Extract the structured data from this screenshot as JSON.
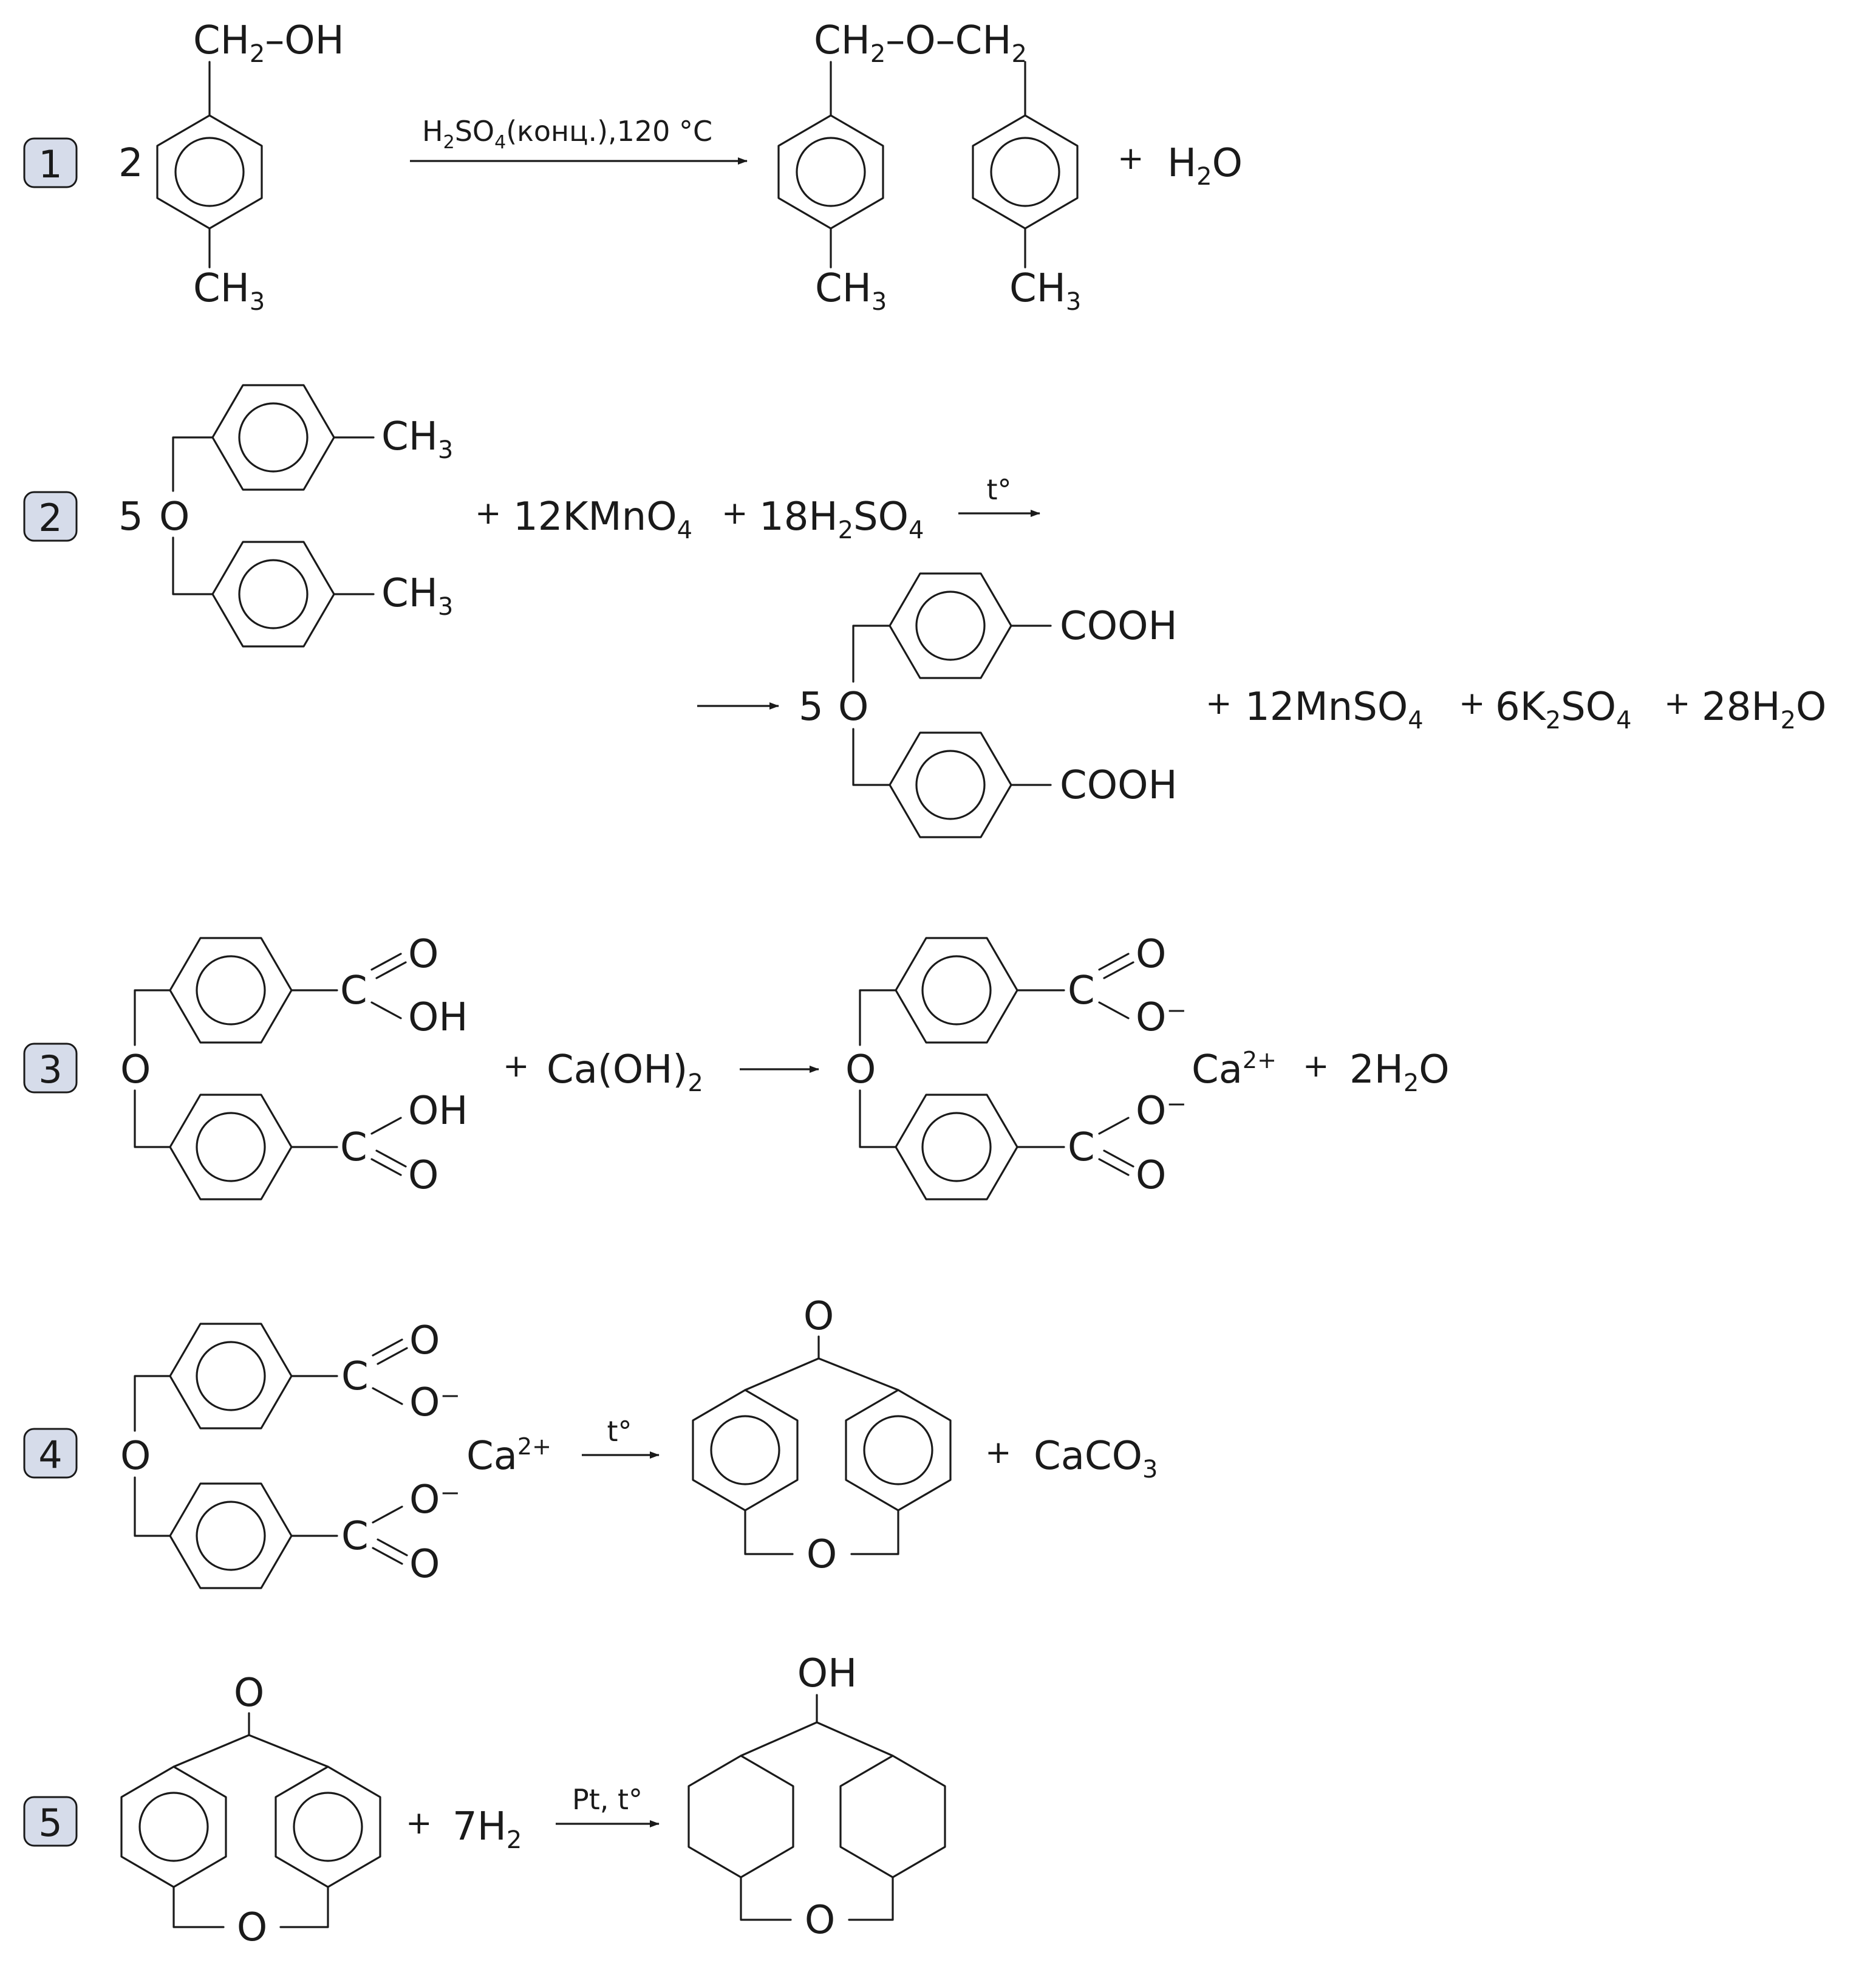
{
  "colors": {
    "ink": "#1a1a1a",
    "badge_fill": "#d6dcea",
    "background": "#ffffff"
  },
  "reactions": [
    {
      "number": "1",
      "coef_reactant": "2",
      "ch2": "CH",
      "sub2": "2",
      "dash_oh": "–OH",
      "ch3": "CH",
      "sub3": "3",
      "cond_h": "H",
      "cond_2": "2",
      "cond_so": "SO",
      "cond_4": "4",
      "cond_rest": "(конц.),120 °C",
      "ether_ch2a": "CH",
      "ether_sub_a": "2",
      "ether_o": "–O–",
      "ether_ch2b": "CH",
      "ether_sub_b": "2",
      "prod_ch3a": "CH",
      "prod_sub_a": "3",
      "prod_ch3b": "CH",
      "prod_sub_b": "3",
      "plus": "+",
      "h2o_h": "H",
      "h2o_2": "2",
      "h2o_o": "O"
    },
    {
      "number": "2",
      "coef": "5",
      "o": "O",
      "ch3_top": "CH",
      "ch3_top_sub": "3",
      "ch3_bot": "CH",
      "ch3_bot_sub": "3",
      "plus1": "+",
      "kmno4": "12KMnO",
      "kmno4_sub": "4",
      "plus2": "+",
      "h2so4": "18H",
      "h2so4_sub2": "2",
      "h2so4_so": "SO",
      "h2so4_sub4": "4",
      "cond": "t°",
      "coef_prod": "5",
      "o_prod": "O",
      "cooh_top": "COOH",
      "cooh_bot": "COOH",
      "plus3": "+",
      "mnso4": "12MnSO",
      "mnso4_sub": "4",
      "plus4": "+",
      "k2so4_a": "6K",
      "k2so4_sub2": "2",
      "k2so4_b": "SO",
      "k2so4_sub4": "4",
      "plus5": "+",
      "water_a": "28H",
      "water_sub": "2",
      "water_b": "O"
    },
    {
      "number": "3",
      "o": "O",
      "c_top": "C",
      "o_top": "O",
      "oh_top": "OH",
      "c_bot": "C",
      "oh_bot": "OH",
      "o_bot": "O",
      "plus1": "+",
      "caoh": "Ca(OH)",
      "caoh_sub": "2",
      "o_prod": "O",
      "pc_top": "C",
      "po_top": "O",
      "pominus_top": "O⁻",
      "pc_bot": "C",
      "pominus_bot": "O⁻",
      "po_bot": "O",
      "ca": "Ca",
      "ca_charge": "2+",
      "plus2": "+",
      "water_a": "2H",
      "water_sub": "2",
      "water_b": "O"
    },
    {
      "number": "4",
      "o": "O",
      "c_top": "C",
      "o_top": "O",
      "ominus_top": "O⁻",
      "c_bot": "C",
      "ominus_bot": "O⁻",
      "o_bot": "O",
      "ca": "Ca",
      "ca_charge": "2+",
      "cond": "t°",
      "ketone_o": "O",
      "bridge_o": "O",
      "plus": "+",
      "caco3": "CaCO",
      "caco3_sub": "3"
    },
    {
      "number": "5",
      "ketone_o": "O",
      "bridge_o": "O",
      "plus": "+",
      "h2": "7H",
      "h2_sub": "2",
      "cond": "Pt, t°",
      "oh": "OH",
      "bridge_o_prod": "O"
    }
  ]
}
